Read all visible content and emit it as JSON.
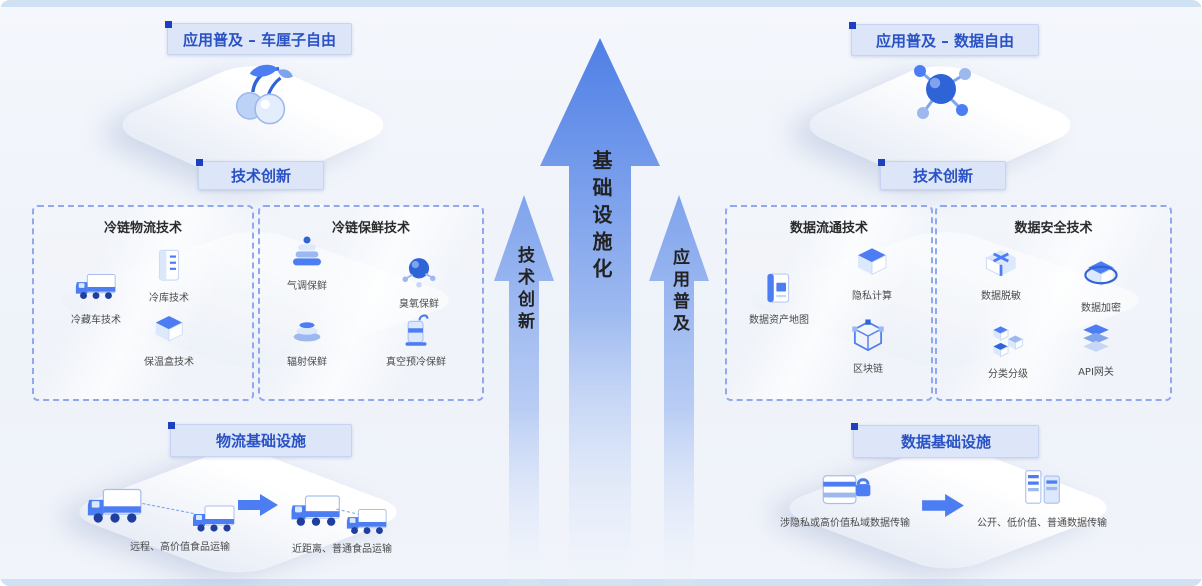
{
  "colors": {
    "accent_blue": "#4d7df2",
    "deep_blue": "#1d3fc0",
    "label_bg": "#dce6f8",
    "label_text": "#2a52c4",
    "dashed_border": "#8fa8f0",
    "arrow_gradient_top": "#4f7fe6",
    "band_blue": "#cfe1f3"
  },
  "center": {
    "main_arrow_label": "基础设施化",
    "left_arrow_label": "技术创新",
    "right_arrow_label": "应用普及"
  },
  "left": {
    "top_label": "应用普及 – 车厘子自由",
    "top_icon": "cherry-icon",
    "tech_label": "技术创新",
    "box1": {
      "title": "冷链物流技术",
      "items": [
        {
          "label": "冷藏车技术",
          "icon": "refrigerated-truck-icon"
        },
        {
          "label": "冷库技术",
          "icon": "cold-warehouse-icon"
        },
        {
          "label": "保温盒技术",
          "icon": "insulated-box-icon"
        }
      ]
    },
    "box2": {
      "title": "冷链保鲜技术",
      "items": [
        {
          "label": "气调保鲜",
          "icon": "modified-atmosphere-icon"
        },
        {
          "label": "臭氧保鲜",
          "icon": "ozone-icon"
        },
        {
          "label": "辐射保鲜",
          "icon": "radiation-preservation-icon"
        },
        {
          "label": "真空预冷保鲜",
          "icon": "vacuum-precooling-icon"
        }
      ]
    },
    "infra_label": "物流基础设施",
    "flow": {
      "from": "远程、高价值食品运输",
      "to": "近距离、普通食品运输",
      "arrow_icon": "flow-arrow-icon"
    }
  },
  "right": {
    "top_label": "应用普及 – 数据自由",
    "top_icon": "molecule-icon",
    "tech_label": "技术创新",
    "box1": {
      "title": "数据流通技术",
      "items": [
        {
          "label": "数据资产地图",
          "icon": "data-asset-map-icon"
        },
        {
          "label": "隐私计算",
          "icon": "privacy-computing-icon"
        },
        {
          "label": "区块链",
          "icon": "blockchain-icon"
        }
      ]
    },
    "box2": {
      "title": "数据安全技术",
      "items": [
        {
          "label": "数据脱敏",
          "icon": "data-masking-icon"
        },
        {
          "label": "数据加密",
          "icon": "data-encryption-icon"
        },
        {
          "label": "分类分级",
          "icon": "classification-grading-icon"
        },
        {
          "label": "API网关",
          "icon": "api-gateway-icon"
        }
      ]
    },
    "infra_label": "数据基础设施",
    "flow": {
      "from": "涉隐私或高价值私域数据传输",
      "to": "公开、低价值、普通数据传输",
      "arrow_icon": "flow-arrow-icon"
    }
  }
}
